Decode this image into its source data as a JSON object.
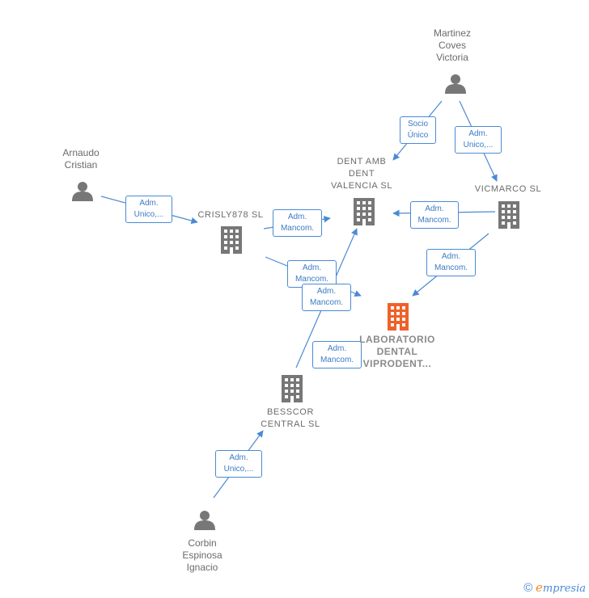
{
  "nodes": {
    "martinez": {
      "label": "Martinez\nCoves\nVictoria",
      "icon": "person-icon"
    },
    "arnaudo": {
      "label": "Arnaudo\nCristian",
      "icon": "person-icon"
    },
    "corbin": {
      "label": "Corbin\nEspinosa\nIgnacio",
      "icon": "person-icon"
    },
    "dent_amb": {
      "label": "DENT AMB\nDENT\nVALENCIA  SL",
      "icon": "building-icon"
    },
    "vicmarco": {
      "label": "VICMARCO  SL",
      "icon": "building-icon"
    },
    "crisly": {
      "label": "CRISLY878  SL",
      "icon": "building-icon"
    },
    "laboratorio": {
      "label": "LABORATORIO\nDENTAL\nVIPRODENT...",
      "icon": "building-icon"
    },
    "besscor": {
      "label": "BESSCOR\nCENTRAL  SL",
      "icon": "building-icon"
    }
  },
  "edges": {
    "socio_unico": "Socio\nÚnico",
    "martinez_vicmarco": "Adm.\nUnico,...",
    "arnaudo_crisly": "Adm.\nUnico,...",
    "crisly_dent": "Adm.\nMancom.",
    "vicmarco_dent": "Adm.\nMancom.",
    "vicmarco_lab": "Adm.\nMancom.",
    "crisly_lab": "Adm.\nMancom.",
    "besscor_dent": "Adm.\nMancom.",
    "besscor_lab": "Adm.\nMancom.",
    "corbin_besscor": "Adm.\nUnico,..."
  },
  "colors": {
    "edge": "#4a8ad4",
    "node": "#777777",
    "focus": "#f0602a"
  },
  "watermark": {
    "copyright": "©",
    "brand_initial": "e",
    "brand_rest": "mpresia"
  }
}
